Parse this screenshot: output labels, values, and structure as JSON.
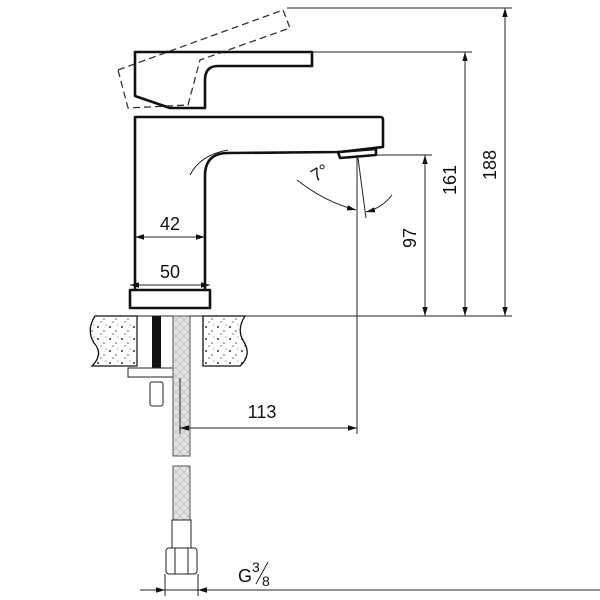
{
  "title": "Faucet dimension drawing",
  "dimensions": {
    "total_height": "188",
    "lever_height": "161",
    "spout_height": "97",
    "body_width": "42",
    "base_width": "50",
    "spout_reach": "113",
    "spout_angle": "7°",
    "thread_prefix": "G",
    "thread_num": "3",
    "thread_den": "8"
  },
  "colors": {
    "line": "#111111",
    "hose": "#d8d8d8"
  }
}
